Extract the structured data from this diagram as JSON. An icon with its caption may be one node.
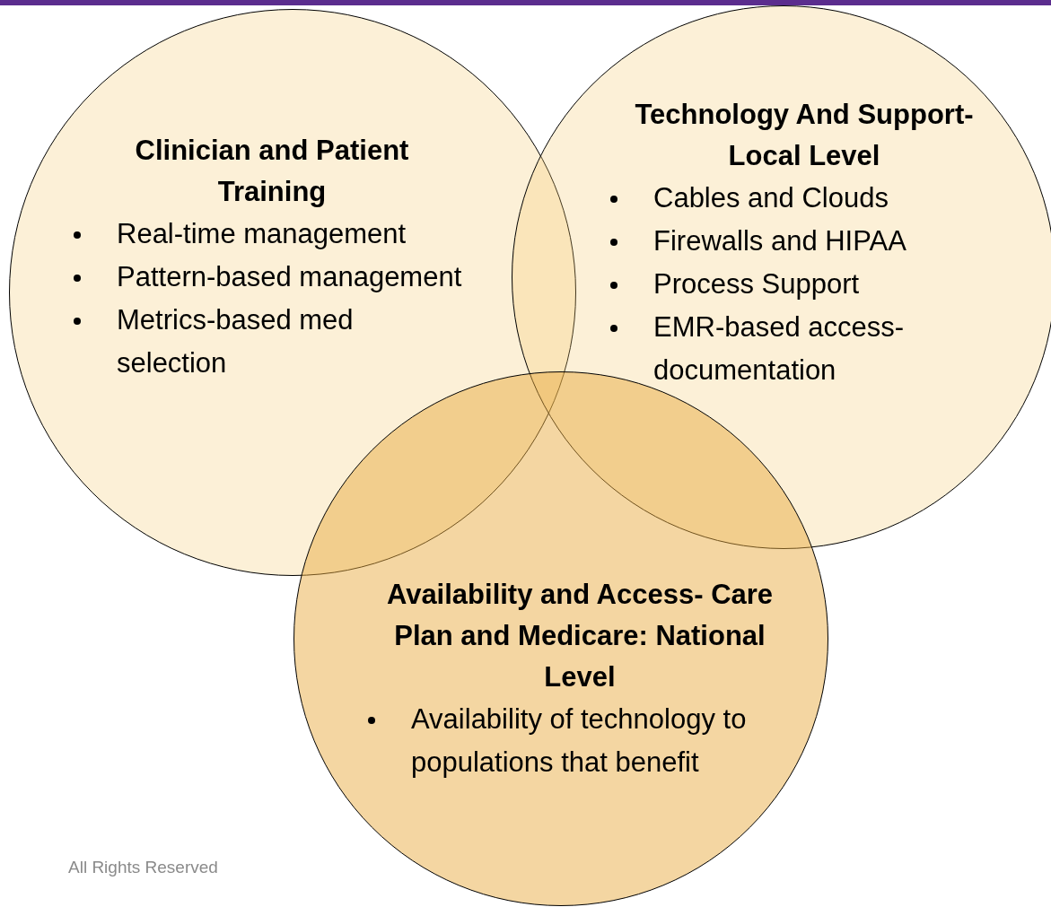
{
  "diagram": {
    "nodes": [
      {
        "text": [
          "Clinician and Patient Training",
          "Real-time management",
          "Pattern-based management",
          "Metrics-based med selection"
        ]
      },
      {
        "text": [
          "Technology And Support-Local Level",
          "Cables and Clouds",
          "Firewalls and HIPAA",
          "Process Support",
          "EMR-based access-documentation"
        ]
      },
      {
        "text": [
          "Availability and Access- Care Plan and Medicare: National Level",
          "Availability of technology to populations that benefit"
        ]
      }
    ],
    "labels": [
      "All Rights Reserved"
    ]
  }
}
